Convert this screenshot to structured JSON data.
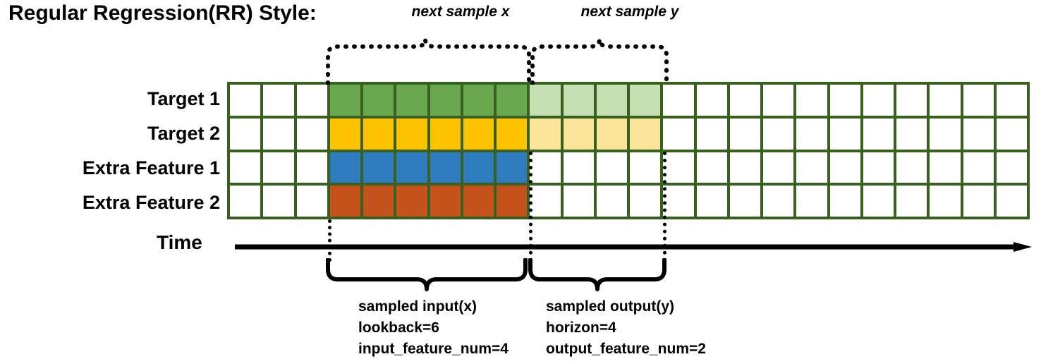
{
  "title": "Regular Regression(RR) Style:",
  "rows": [
    {
      "label": "Target 1",
      "name": "target-1"
    },
    {
      "label": "Target 2",
      "name": "target-2"
    },
    {
      "label": "Extra Feature 1",
      "name": "extra-feature-1"
    },
    {
      "label": "Extra Feature 2",
      "name": "extra-feature-2"
    }
  ],
  "grid": {
    "columns": 24,
    "rows": 4,
    "input_start_col": 3,
    "input_end_col": 9,
    "output_start_col": 9,
    "output_end_col": 13,
    "line_color": "#38601e",
    "cell_fills": [
      [
        "#ffffff",
        "#ffffff",
        "#ffffff",
        "#6aa84f",
        "#6aa84f",
        "#6aa84f",
        "#6aa84f",
        "#6aa84f",
        "#6aa84f",
        "#c5dfb3",
        "#c5dfb3",
        "#c5dfb3",
        "#c5dfb3",
        "#ffffff",
        "#ffffff",
        "#ffffff",
        "#ffffff",
        "#ffffff",
        "#ffffff",
        "#ffffff",
        "#ffffff",
        "#ffffff",
        "#ffffff",
        "#ffffff"
      ],
      [
        "#ffffff",
        "#ffffff",
        "#ffffff",
        "#fdc300",
        "#fdc300",
        "#fdc300",
        "#fdc300",
        "#fdc300",
        "#fdc300",
        "#fde49b",
        "#fde49b",
        "#fde49b",
        "#fde49b",
        "#ffffff",
        "#ffffff",
        "#ffffff",
        "#ffffff",
        "#ffffff",
        "#ffffff",
        "#ffffff",
        "#ffffff",
        "#ffffff",
        "#ffffff",
        "#ffffff"
      ],
      [
        "#ffffff",
        "#ffffff",
        "#ffffff",
        "#2e7cbd",
        "#2e7cbd",
        "#2e7cbd",
        "#2e7cbd",
        "#2e7cbd",
        "#2e7cbd",
        "#ffffff",
        "#ffffff",
        "#ffffff",
        "#ffffff",
        "#ffffff",
        "#ffffff",
        "#ffffff",
        "#ffffff",
        "#ffffff",
        "#ffffff",
        "#ffffff",
        "#ffffff",
        "#ffffff",
        "#ffffff",
        "#ffffff"
      ],
      [
        "#ffffff",
        "#ffffff",
        "#ffffff",
        "#c4521a",
        "#c4521a",
        "#c4521a",
        "#c4521a",
        "#c4521a",
        "#c4521a",
        "#ffffff",
        "#ffffff",
        "#ffffff",
        "#ffffff",
        "#ffffff",
        "#ffffff",
        "#ffffff",
        "#ffffff",
        "#ffffff",
        "#ffffff",
        "#ffffff",
        "#ffffff",
        "#ffffff",
        "#ffffff",
        "#ffffff"
      ]
    ]
  },
  "top_labels": {
    "x": "next sample x",
    "y": "next sample y"
  },
  "time_axis": {
    "label": "Time"
  },
  "annotations": {
    "input": {
      "line1": "sampled input(x)",
      "line2": "lookback=6",
      "line3": "input_feature_num=4"
    },
    "output": {
      "line1": "sampled output(y)",
      "line2": "horizon=4",
      "line3": "output_feature_num=2"
    }
  },
  "colors": {
    "target1": "#6aa84f",
    "target1_light": "#c5dfb3",
    "target2": "#fdc300",
    "target2_light": "#fde49b",
    "extra1": "#2e7cbd",
    "extra2": "#c4521a",
    "grid_line": "#38601e",
    "ink": "#000000"
  }
}
